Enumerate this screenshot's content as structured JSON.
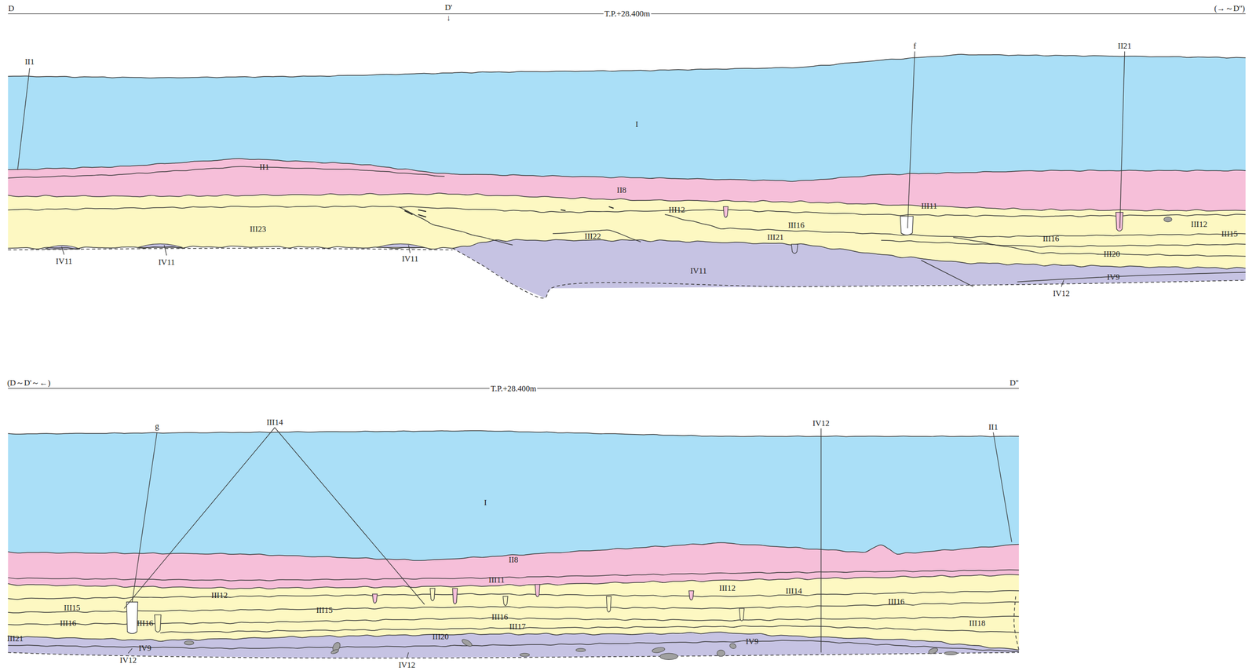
{
  "diagram": {
    "labels": [
      "D",
      "D'",
      "↓",
      "T.P.+28.400m",
      "(→～D'')",
      "II1",
      "f",
      "II21",
      "I",
      "II1",
      "II8",
      "III12",
      "III11",
      "III16",
      "III12",
      "III23",
      "III22",
      "III21",
      "III16",
      "III15",
      "III20",
      "IV11",
      "IV11",
      "IV11",
      "IV11",
      "IV9",
      "IV12",
      "(D～D'～←)",
      "T.P.+28.400m",
      "D''",
      "g",
      "III14",
      "IV12",
      "II1",
      "I",
      "II8",
      "III11",
      "III12",
      "III12",
      "III14",
      "III16",
      "III15",
      "III15",
      "III16",
      "III16",
      "III16",
      "III17",
      "III18",
      "III21",
      "III20",
      "IV9",
      "IV9",
      "IV12",
      "IV12"
    ]
  }
}
